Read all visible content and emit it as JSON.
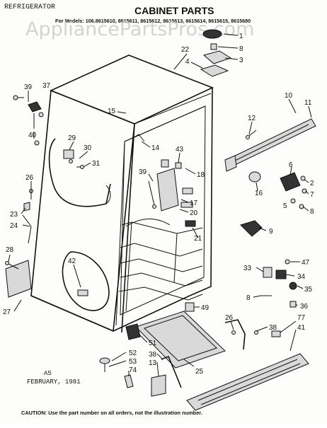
{
  "header": {
    "category": "REFRIGERATOR",
    "title": "CABINET PARTS",
    "models": "For Models: 106.8615610, 8615611, 8615612, 8615613, 8615614, 8615615, 8615680"
  },
  "watermark": "AppliancePartsPros.com",
  "footer": {
    "code": "A5",
    "date": "FEBRUARY, 1981",
    "caution": "CAUTION: Use the part number on all orders, not the illustration number."
  },
  "callouts": [
    {
      "id": "c1",
      "text": "1"
    },
    {
      "id": "c8a",
      "text": "8"
    },
    {
      "id": "c3",
      "text": "3"
    },
    {
      "id": "c4",
      "text": "4"
    },
    {
      "id": "c22",
      "text": "22"
    },
    {
      "id": "c39a",
      "text": "39"
    },
    {
      "id": "c37",
      "text": "37"
    },
    {
      "id": "c15",
      "text": "15"
    },
    {
      "id": "c10",
      "text": "10"
    },
    {
      "id": "c11",
      "text": "11"
    },
    {
      "id": "c12",
      "text": "12"
    },
    {
      "id": "c40",
      "text": "40"
    },
    {
      "id": "c29",
      "text": "29"
    },
    {
      "id": "c30",
      "text": "30"
    },
    {
      "id": "c31",
      "text": "31"
    },
    {
      "id": "c14",
      "text": "14"
    },
    {
      "id": "c43",
      "text": "43"
    },
    {
      "id": "c18",
      "text": "18"
    },
    {
      "id": "c39b",
      "text": "39"
    },
    {
      "id": "c16",
      "text": "16"
    },
    {
      "id": "c6",
      "text": "6"
    },
    {
      "id": "c2",
      "text": "2"
    },
    {
      "id": "c7",
      "text": "7"
    },
    {
      "id": "c5",
      "text": "5"
    },
    {
      "id": "c8b",
      "text": "8"
    },
    {
      "id": "c26a",
      "text": "26"
    },
    {
      "id": "c17",
      "text": "17"
    },
    {
      "id": "c20",
      "text": "20"
    },
    {
      "id": "c21",
      "text": "21"
    },
    {
      "id": "c9",
      "text": "9"
    },
    {
      "id": "c23",
      "text": "23"
    },
    {
      "id": "c24",
      "text": "24"
    },
    {
      "id": "c28",
      "text": "28"
    },
    {
      "id": "c42",
      "text": "42"
    },
    {
      "id": "c47",
      "text": "47"
    },
    {
      "id": "c33",
      "text": "33"
    },
    {
      "id": "c34",
      "text": "34"
    },
    {
      "id": "c35",
      "text": "35"
    },
    {
      "id": "c8c",
      "text": "8"
    },
    {
      "id": "c36",
      "text": "36"
    },
    {
      "id": "c49",
      "text": "49"
    },
    {
      "id": "c27",
      "text": "27"
    },
    {
      "id": "c26b",
      "text": "26"
    },
    {
      "id": "c38a",
      "text": "38"
    },
    {
      "id": "c77",
      "text": "77"
    },
    {
      "id": "c41",
      "text": "41"
    },
    {
      "id": "c51",
      "text": "51"
    },
    {
      "id": "c52",
      "text": "52"
    },
    {
      "id": "c53",
      "text": "53"
    },
    {
      "id": "c74",
      "text": "74"
    },
    {
      "id": "c38b",
      "text": "38"
    },
    {
      "id": "c13",
      "text": "13"
    },
    {
      "id": "c25",
      "text": "25"
    }
  ]
}
